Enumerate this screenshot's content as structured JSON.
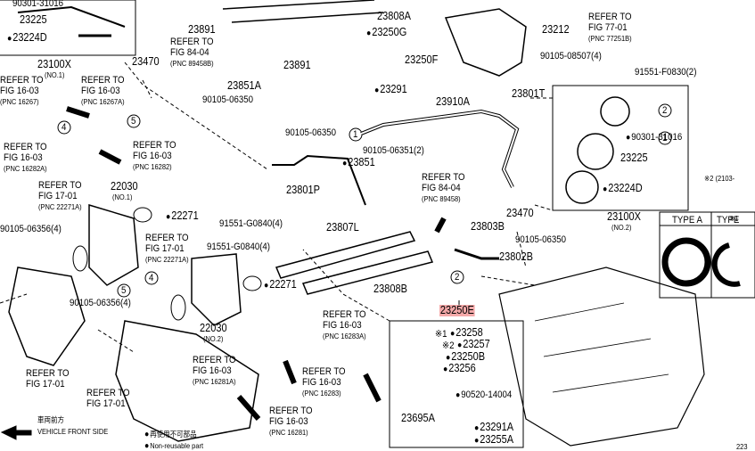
{
  "parts": {
    "p23215": "23225",
    "p90301_top": "90301-31016",
    "p23224D_top": "23224D",
    "p23100X_left": "23100X",
    "p23100X_left_sub": "(NO.1)",
    "p23470_top": "23470",
    "p23891_a": "23891",
    "p23891_b": "23891",
    "p23851A": "23851A",
    "p90105_06350_a": "90105-06350",
    "p23808A": "23808A",
    "p23250G": "23250G",
    "p23250F": "23250F",
    "p23291_top": "23291",
    "p23212": "23212",
    "p90105_08507": "90105-08507(4)",
    "p91551_F0830": "91551-F0830(2)",
    "p23801T": "23801T",
    "p23910A": "23910A",
    "p90301_right": "90301-31016",
    "p23225_right": "23225",
    "p23224D_right": "23224D",
    "p23100X_right": "23100X",
    "p23100X_right_sub": "(NO.2)",
    "p23470_right": "23470",
    "p90105_06350_b": "90105-06350",
    "p90105_06351": "90105-06351(2)",
    "p23851": "23851",
    "p23801P": "23801P",
    "p91551_G0840_a": "91551-G0840(4)",
    "p91551_G0840_b": "91551-G0840(4)",
    "p23807L": "23807L",
    "p23808B": "23808B",
    "p23803B": "23803B",
    "p90105_06350_c": "90105-06350",
    "p23802B": "23802B",
    "p22030_1": "22030",
    "p22030_1_sub": "(NO.1)",
    "p22271_a": "22271",
    "p22271_b": "22271",
    "p22030_2": "22030",
    "p22030_2_sub": "(NO.2)",
    "p90105_06356_a": "90105-06356(4)",
    "p90105_06356_b": "90105-06356(4)",
    "p23250E": "23250E",
    "p23258": "23258",
    "p23257": "23257",
    "p23250B": "23250B",
    "p23256": "23256",
    "p90520": "90520-14004",
    "p23695A": "23695A",
    "p23291A": "23291A",
    "p23255A": "23255A",
    "mark1": "※1",
    "mark2": "※2",
    "note_2103": "※2 (2103-",
    "note_1": "※1",
    "corner": "223"
  },
  "refs": {
    "fig77": [
      "REFER TO",
      "FIG 77-01",
      "(PNC 77251B)"
    ],
    "fig84_top": [
      "REFER TO",
      "FIG 84-04",
      "(PNC 89458B)"
    ],
    "fig16_16267": [
      "REFER TO",
      "FIG 16-03",
      "(PNC 16267)"
    ],
    "fig16_16267A": [
      "REFER TO",
      "FIG 16-03",
      "(PNC 16267A)"
    ],
    "fig16_16282A": [
      "REFER TO",
      "FIG 16-03",
      "(PNC 16282A)"
    ],
    "fig16_16282": [
      "REFER TO",
      "FIG 16-03",
      "(PNC 16282)"
    ],
    "fig84_mid": [
      "REFER TO",
      "FIG 84-04",
      "(PNC 89458)"
    ],
    "fig17_22271A": [
      "REFER TO",
      "FIG 17-01",
      "(PNC 22271A)"
    ],
    "fig17_mid": [
      "REFER TO",
      "FIG 17-01",
      "(PNC 22271A)"
    ],
    "fig16_16283A": [
      "REFER TO",
      "FIG 16-03",
      "(PNC 16283A)"
    ],
    "fig16_16281A": [
      "REFER TO",
      "FIG 16-03",
      "(PNC 16281A)"
    ],
    "fig16_16283": [
      "REFER TO",
      "FIG 16-03",
      "(PNC 16283)"
    ],
    "fig16_16281": [
      "REFER TO",
      "FIG 16-03",
      "(PNC 16281)"
    ],
    "fig17_a": [
      "REFER TO",
      "FIG 17-01"
    ],
    "fig17_b": [
      "REFER TO",
      "FIG 17-01"
    ]
  },
  "callouts": {
    "c1": "1",
    "c2": "2",
    "c4": "4",
    "c5": "5"
  },
  "legend": {
    "front_jp": "車両前方",
    "front_en": "VEHICLE FRONT SIDE",
    "reuse_jp": "再使用不可部品",
    "reuse_en": "Non-reusable part"
  },
  "type_table": {
    "type_a": "TYPE A",
    "type_b": "TYPE"
  },
  "colors": {
    "highlight": "#f4a9a9",
    "line": "#000000"
  }
}
